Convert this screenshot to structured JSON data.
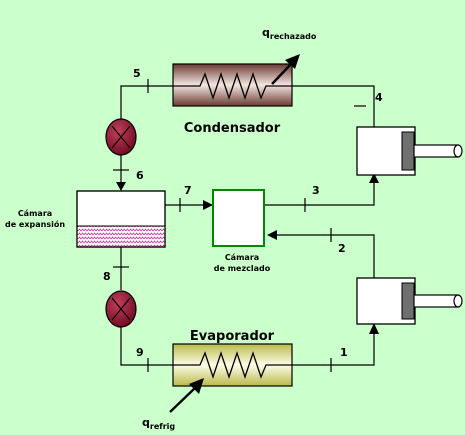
{
  "labels": {
    "condenser": "Condensador",
    "evaporator": "Evaporador",
    "expansion_chamber_line1": "Cámara",
    "expansion_chamber_line2": "de expansión",
    "mixing_chamber_line1": "Cámara",
    "mixing_chamber_line2": "de mezclado",
    "q_rejected_symbol": "q",
    "q_rejected_sub": "rechazado",
    "q_refrig_symbol": "q",
    "q_refrig_sub": "refrig"
  },
  "states": [
    "1",
    "2",
    "3",
    "4",
    "5",
    "6",
    "7",
    "8",
    "9"
  ],
  "colors": {
    "background": "#cbffcb",
    "condenser_fill": "#b08070",
    "evaporator_fill": "#e8e890",
    "valve": "#8b0d2a",
    "mixing_border": "#008800",
    "liquid_pattern": "#cc3399"
  }
}
